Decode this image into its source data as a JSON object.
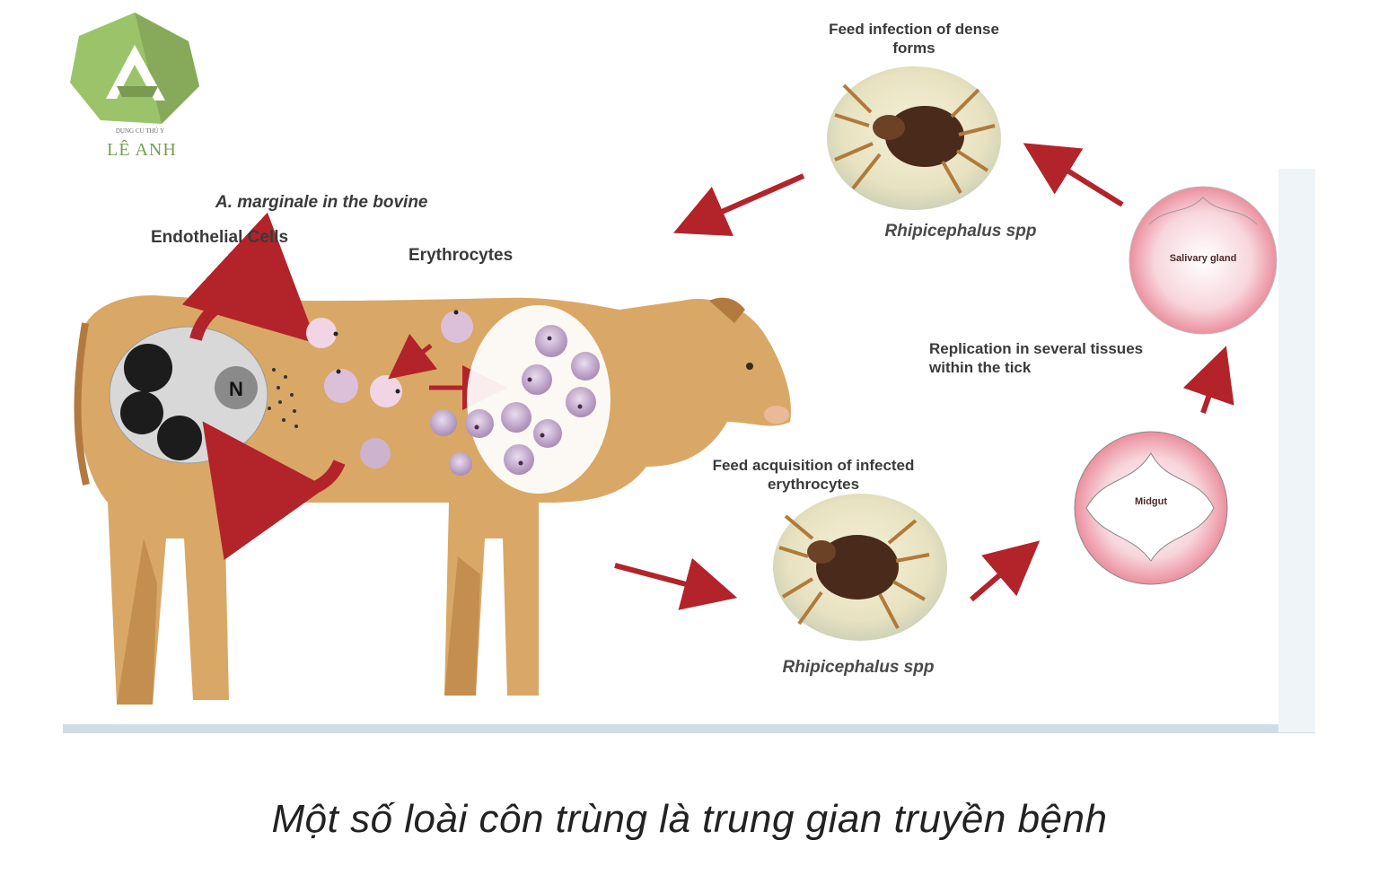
{
  "logo": {
    "tagline": "DỤNG CỤ THÚ Y",
    "name": "LÊ ANH"
  },
  "diagram": {
    "bovine_heading": "A. marginale in the bovine",
    "endothelial_label": "Endothelial Cells",
    "erythrocytes_label": "Erythrocytes",
    "nucleus_label": "N",
    "feed_infection_label": "Feed infection of dense forms",
    "tick_top_species": "Rhipicephalus spp",
    "salivary_label": "Salivary gland",
    "replication_label": "Replication in several tissues within the tick",
    "midgut_label": "Midgut",
    "feed_acquisition_label": "Feed acquisition of infected erythrocytes",
    "tick_bottom_species": "Rhipicephalus spp"
  },
  "caption": "Một số loài côn trùng là trung gian truyền bệnh",
  "colors": {
    "arrow": "#b3232a",
    "logo_green": "#9bc46a",
    "panel_border": "#d4e2ea",
    "cow": "#d9a866"
  }
}
